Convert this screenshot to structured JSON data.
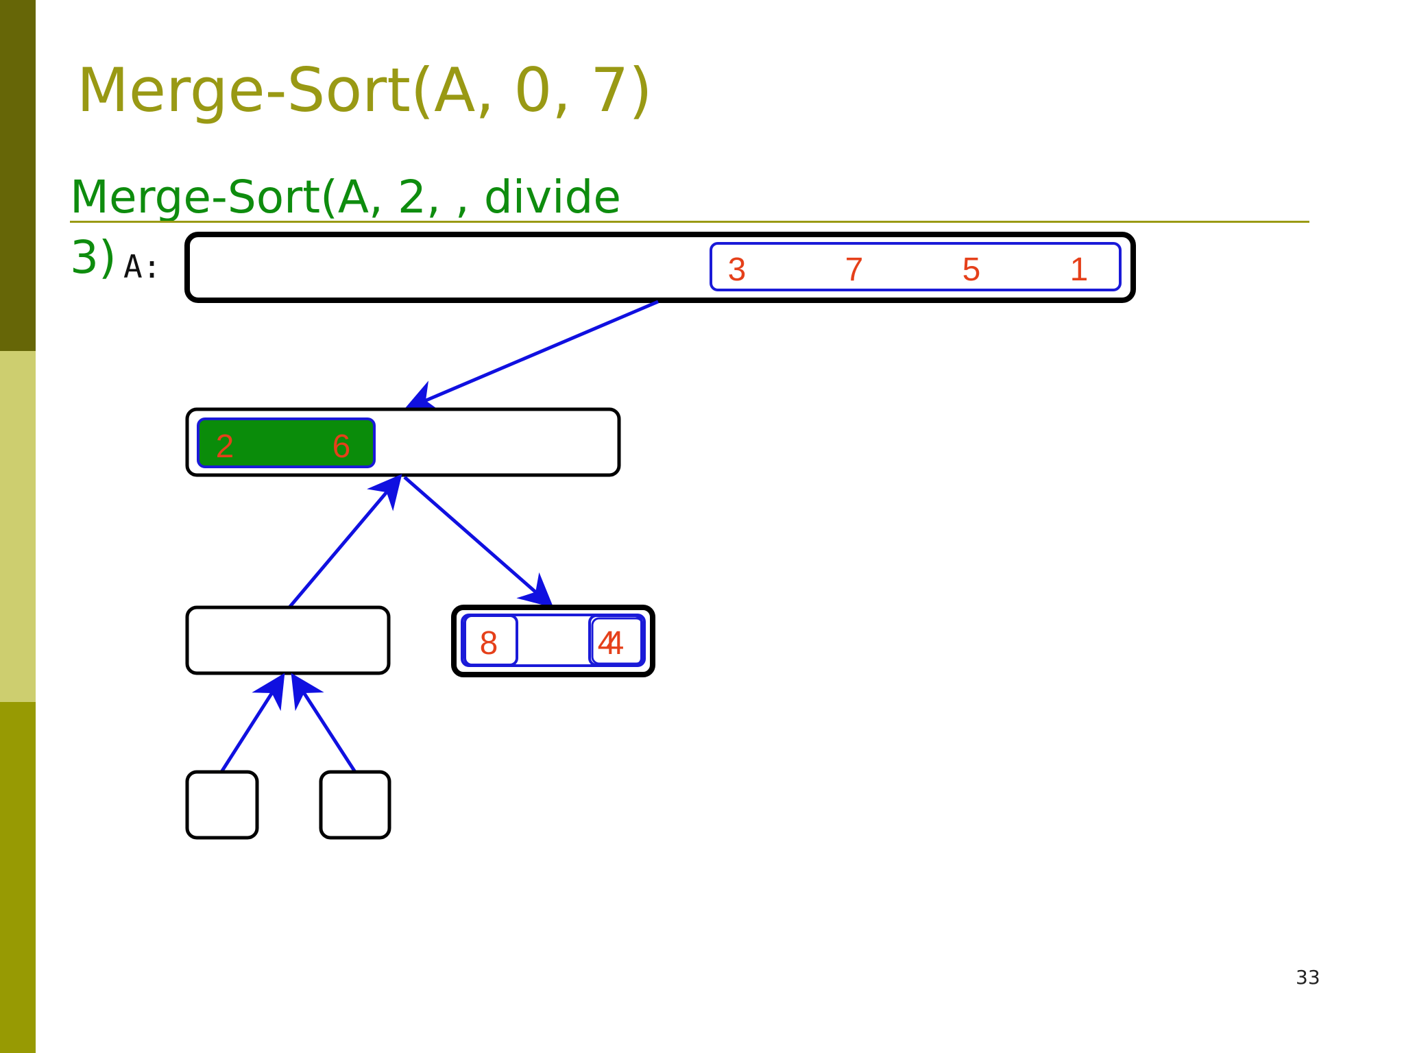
{
  "slide": {
    "title": "Merge-Sort(A, 0, 7)",
    "subtitle_line1": "Merge-Sort(A, 2,  , divide",
    "subtitle_line2": "3)",
    "array_label": "A:",
    "page_number": "33"
  },
  "colors": {
    "title": "#999914",
    "subtitle": "#0e8c0e",
    "numbers": "#e5401a",
    "arrows": "#1010e0",
    "highlight": "#0a8c0a",
    "sidebar_top": "#666607",
    "sidebar_mid": "#cdce6f",
    "sidebar_bottom": "#979a03"
  },
  "nodes": {
    "root": {
      "values": [
        "3",
        "7",
        "5",
        "1"
      ]
    },
    "left_child": {
      "values": [
        "2",
        "6"
      ]
    },
    "right_grandchild": {
      "values": [
        "8",
        "4",
        "4"
      ]
    }
  }
}
